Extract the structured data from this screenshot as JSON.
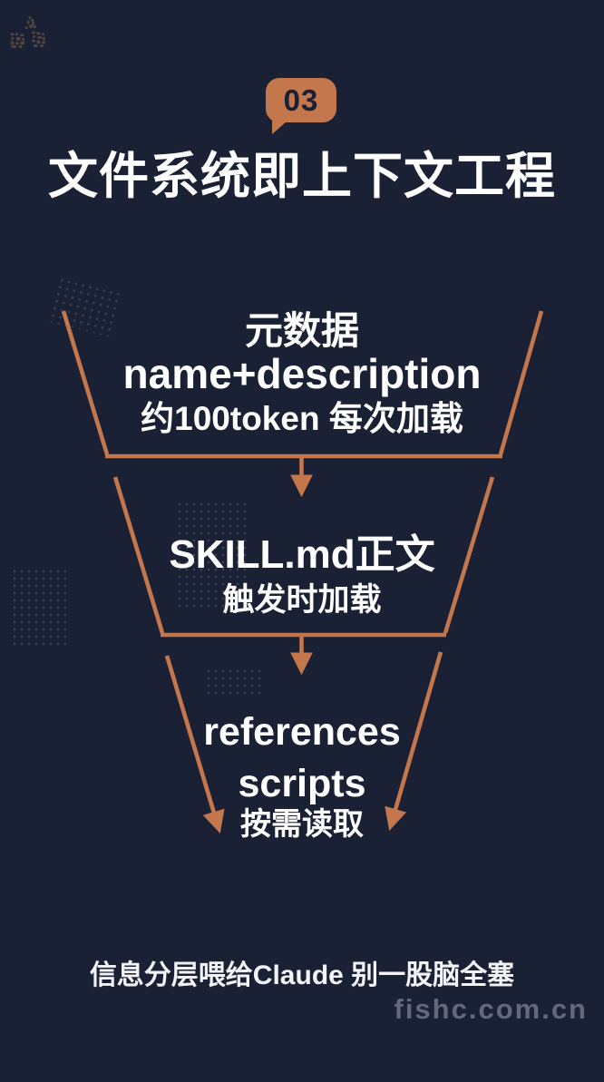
{
  "colors": {
    "background": "#1B2134",
    "accent": "#C4764D",
    "text": "#FFFFFF",
    "badge_text": "#1B2134",
    "watermark_text": "#9196A4"
  },
  "logo": {
    "icon": "fishc-pixel-seal"
  },
  "badge": {
    "number": "03"
  },
  "title": "文件系统即上下文工程",
  "funnel": {
    "tiers": [
      {
        "name": "metadata",
        "lines": [
          "元数据",
          "name+description",
          "约100token 每次加载"
        ]
      },
      {
        "name": "skill-body",
        "lines": [
          "SKILL.md正文",
          "触发时加载"
        ]
      },
      {
        "name": "resources",
        "lines": [
          "references",
          "scripts",
          "按需读取"
        ]
      }
    ]
  },
  "caption": "信息分层喂给Claude 别一股脑全塞",
  "watermark": "fishc.com.cn"
}
